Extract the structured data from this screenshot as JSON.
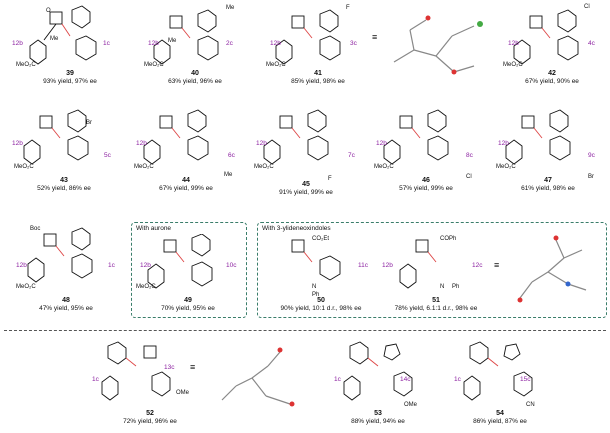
{
  "row1": [
    {
      "num": "39",
      "yield": "93% yield, 97% ee",
      "tag_left": "12b",
      "tag_right": "1c"
    },
    {
      "num": "40",
      "yield": "63% yield, 96% ee",
      "tag_left": "12b",
      "tag_right": "2c",
      "sub": "Me"
    },
    {
      "num": "41",
      "yield": "85% yield, 98% ee",
      "tag_left": "12b",
      "tag_right": "3c",
      "sub": "F"
    },
    {
      "num": "42",
      "yield": "67% yield, 90% ee",
      "tag_left": "12b",
      "tag_right": "4c",
      "sub": "Cl"
    }
  ],
  "row2": [
    {
      "num": "43",
      "yield": "52% yield, 86% ee",
      "tag_left": "12b",
      "tag_right": "5c",
      "sub": "Br"
    },
    {
      "num": "44",
      "yield": "67% yield, 99% ee",
      "tag_left": "12b",
      "tag_right": "6c",
      "sub": "Me"
    },
    {
      "num": "45",
      "yield": "91% yield, 99% ee",
      "tag_left": "12b",
      "tag_right": "7c",
      "sub": "F"
    },
    {
      "num": "46",
      "yield": "57% yield, 99% ee",
      "tag_left": "12b",
      "tag_right": "8c",
      "sub": "Cl"
    },
    {
      "num": "47",
      "yield": "61% yield, 98% ee",
      "tag_left": "12b",
      "tag_right": "9c",
      "sub": "Br"
    }
  ],
  "row3": {
    "c48": {
      "num": "48",
      "yield": "47% yield, 95% ee",
      "tag_left": "12b",
      "tag_right": "1c",
      "boc": "Boc"
    },
    "aurone": {
      "title": "With aurone",
      "num": "49",
      "yield": "70% yield, 95% ee",
      "tag_left": "12b",
      "tag_right": "10c"
    },
    "oxindole": {
      "title": "With 3-ylideneoxindoles",
      "c50": {
        "num": "50",
        "yield": "90% yield, 10:1 d.r., 98% ee",
        "tag_right": "11c",
        "sub": "CO₂Et",
        "n": "N",
        "ph": "Ph"
      },
      "c51": {
        "num": "51",
        "yield": "78% yield, 6.1:1 d.r., 98% ee",
        "tag_left": "12b",
        "tag_right": "12c",
        "sub": "COPh",
        "n": "N",
        "ph": "Ph"
      }
    }
  },
  "row4": [
    {
      "num": "52",
      "yield": "72% yield, 96% ee",
      "tag_left": "1c",
      "tag_right": "13c",
      "sub": "OMe"
    },
    {
      "num": "53",
      "yield": "88% yield, 94% ee",
      "tag_left": "1c",
      "tag_right": "14c",
      "sub": "OMe"
    },
    {
      "num": "54",
      "yield": "86% yield, 87% ee",
      "tag_left": "1c",
      "tag_right": "15c",
      "sub": "CN"
    }
  ],
  "common": {
    "meo2c": "MeO₂C",
    "me": "Me",
    "equiv": "≡",
    "o": "O"
  }
}
